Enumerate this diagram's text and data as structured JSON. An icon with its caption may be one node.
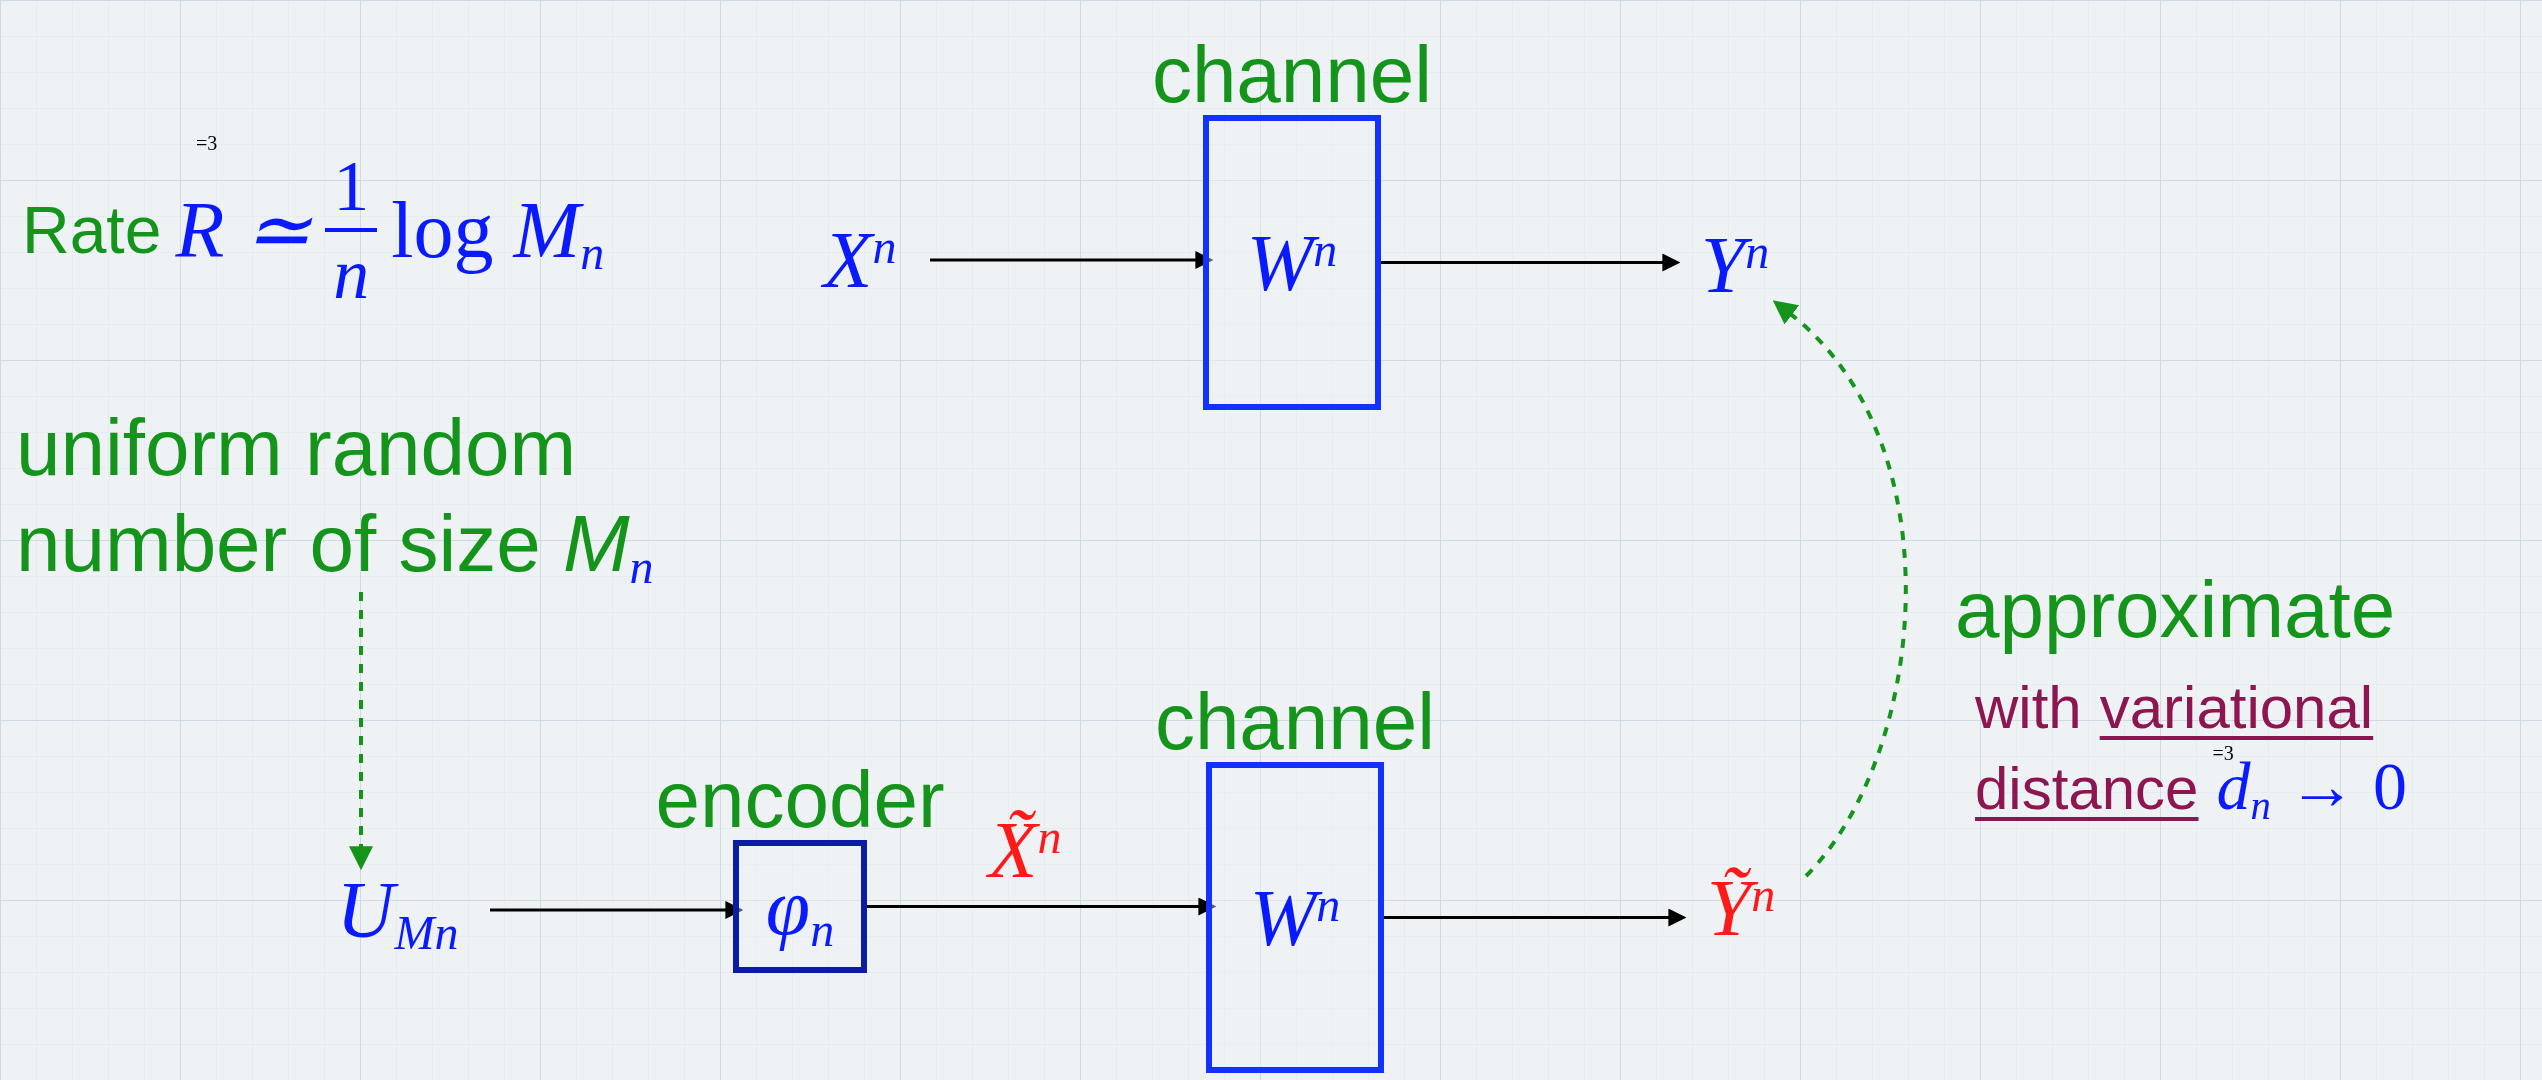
{
  "diagram": {
    "nodes": [
      {
        "text": [
          "X$^{n}$"
        ]
      },
      {
        "text": [
          "channel",
          "W$^{n}$"
        ]
      },
      {
        "text": [
          "Y$^{n}$"
        ]
      },
      {
        "text": [
          "U$_{Mn}$"
        ]
      },
      {
        "text": [
          "encoder",
          "φ$_{n}$"
        ]
      },
      {
        "text": [
          "channel",
          "W$^{n}$"
        ]
      },
      {
        "text": [
          "Ỹ$^{n}$"
        ]
      },
      {
        "text": [
          "uniform random number of size *M*$_{n}$"
        ]
      }
    ],
    "edges": [
      {
        "from": 0,
        "to": 1,
        "arrow": "to"
      },
      {
        "from": 1,
        "to": 2,
        "arrow": "to"
      },
      {
        "from": 3,
        "to": 4,
        "arrow": "to"
      },
      {
        "from": 4,
        "to": 5,
        "arrow": "to",
        "label": "X̃$^{n}$"
      },
      {
        "from": 5,
        "to": 6,
        "arrow": "to"
      },
      {
        "from": 7,
        "to": 3,
        "arrow": "to",
        "style": "dashed",
        "color": "#14941a"
      },
      {
        "from": 6,
        "to": 2,
        "arrow": "to",
        "style": "dashed",
        "color": "#14941a",
        "label": "approximate"
      }
    ],
    "labels": [
      "=3",
      "Rate",
      "R ≃",
      "1",
      "n",
      "log *M*$_{n}$",
      "with",
      "variational",
      "distance",
      "=3",
      "*d*$_{n}$ → 0"
    ]
  }
}
